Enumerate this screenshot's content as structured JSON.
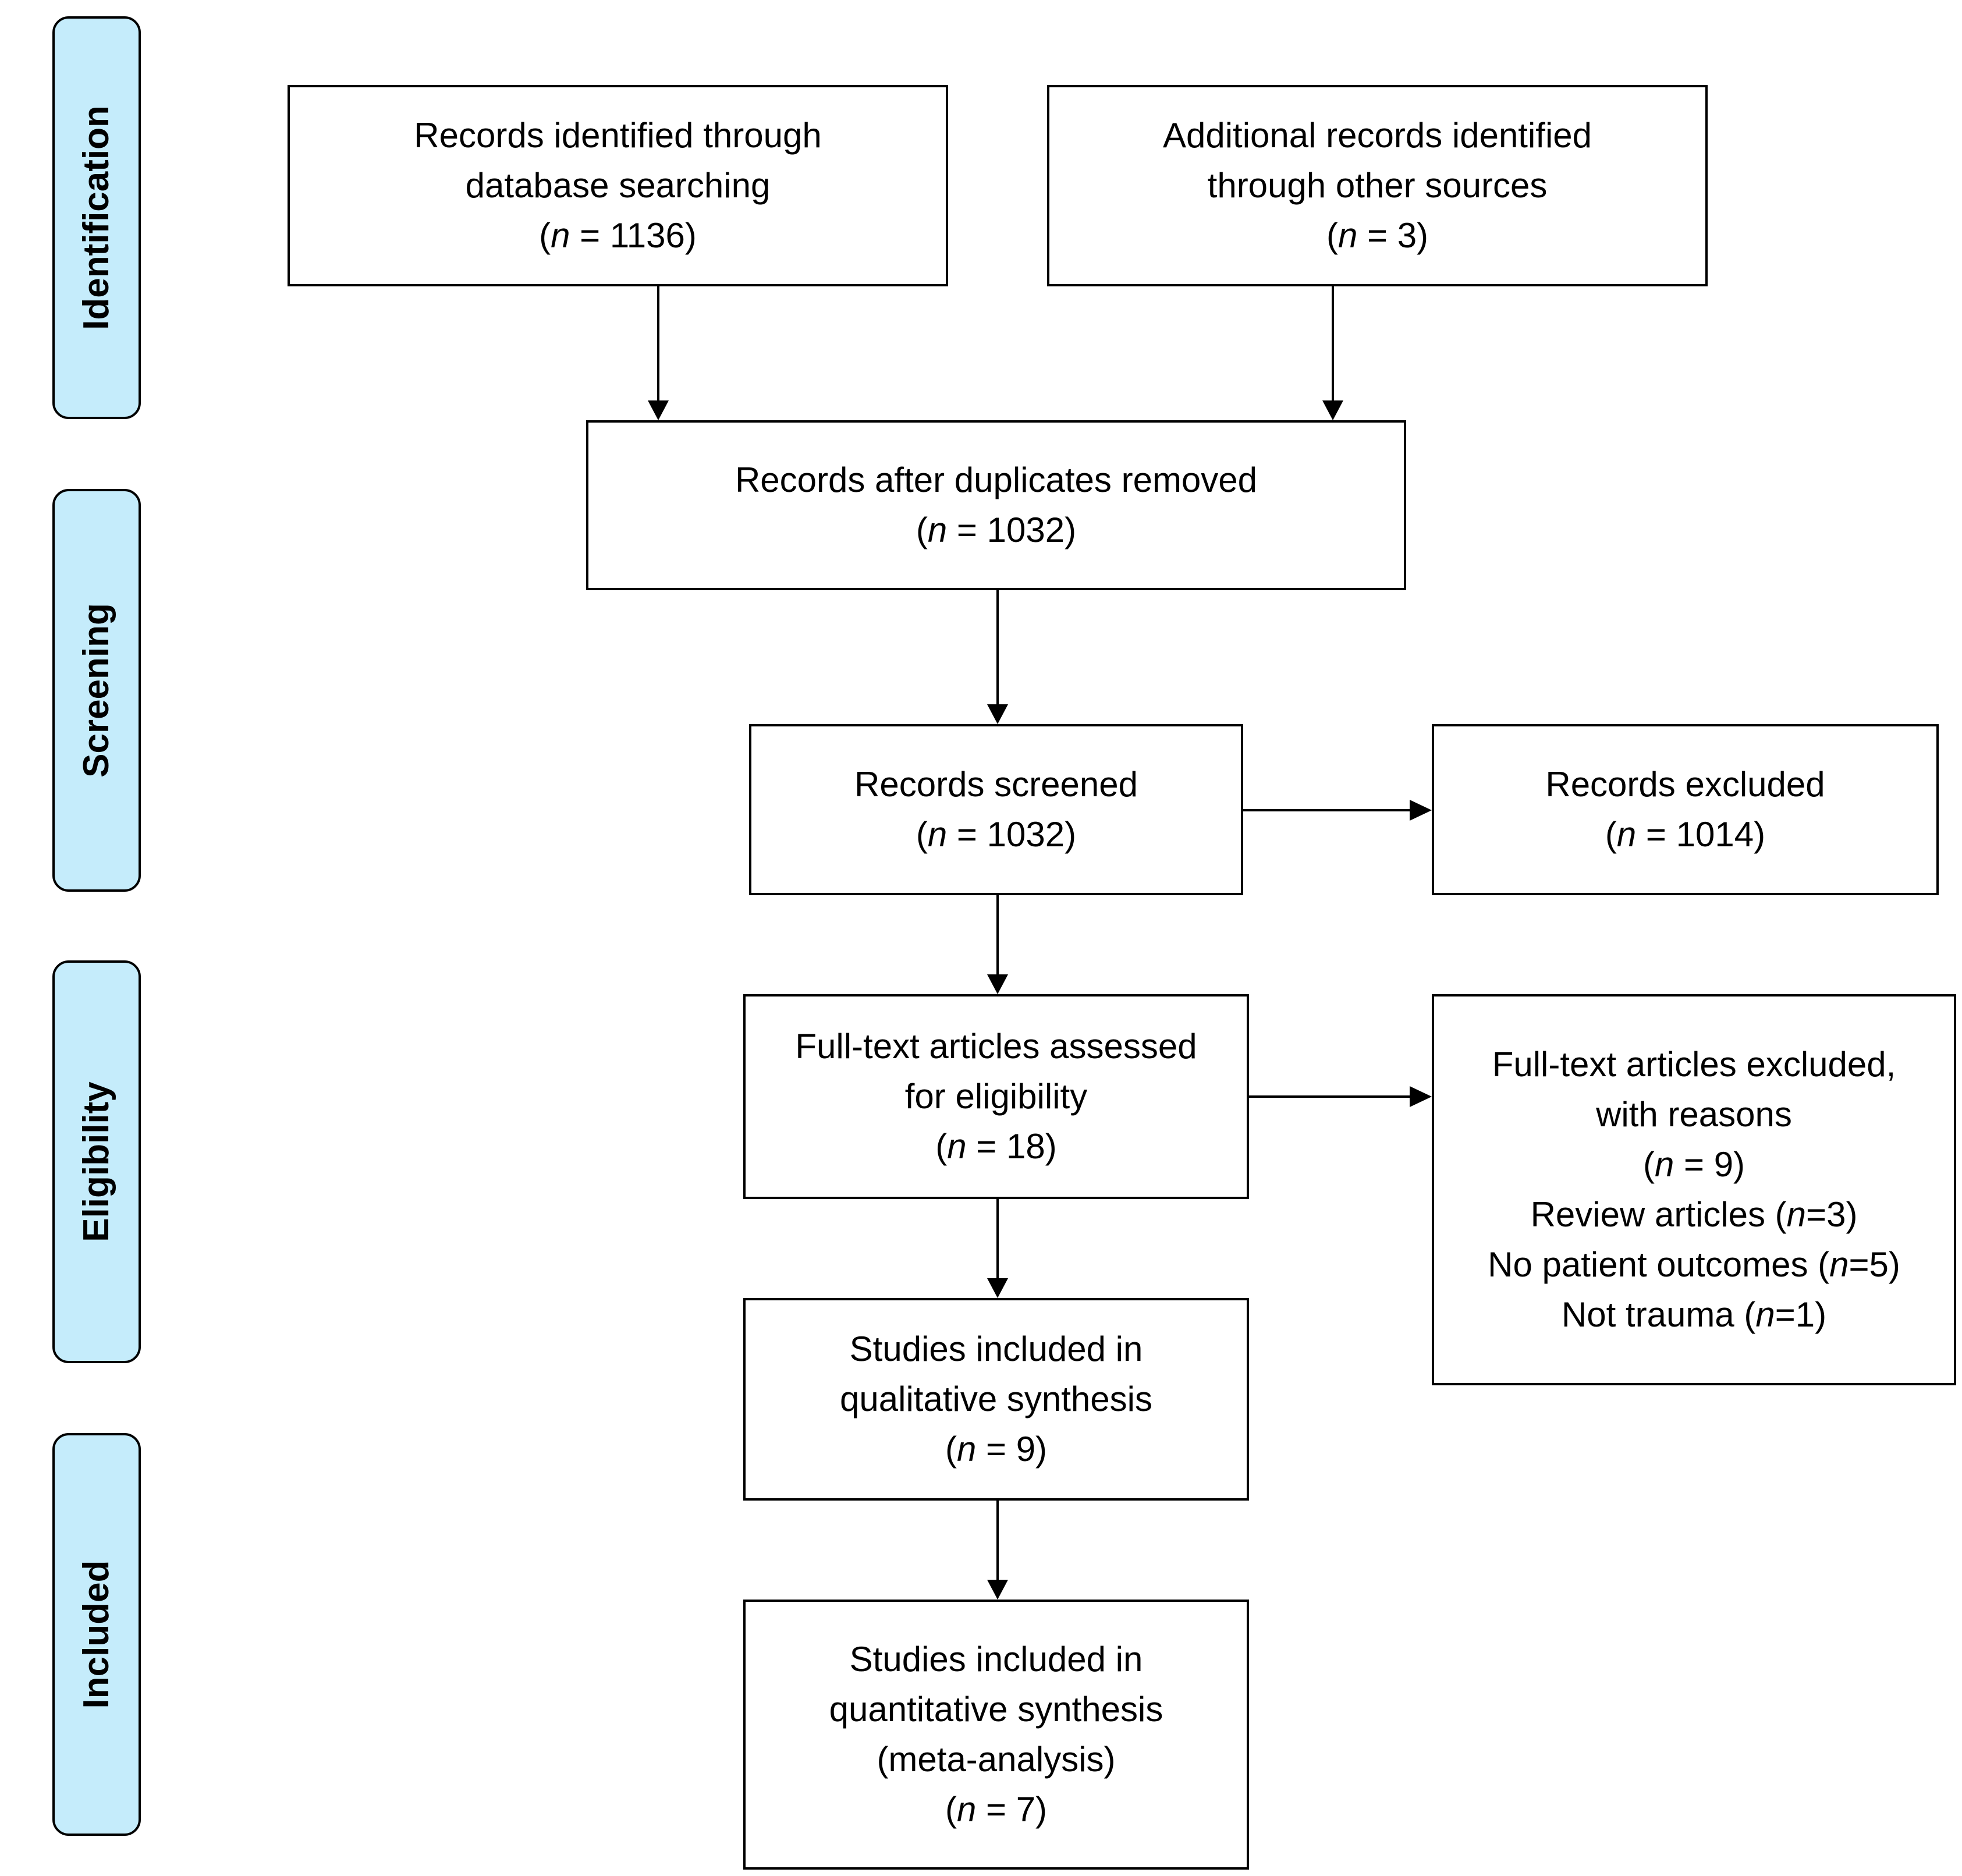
{
  "phases": {
    "identification": "Identification",
    "screening": "Screening",
    "eligibility": "Eligibility",
    "included": "Included"
  },
  "boxes": {
    "database": {
      "line1": "Records identified through",
      "line2": "database searching",
      "n_prefix": "(",
      "n_var": "n",
      "n_suffix": " = 1136)"
    },
    "other_sources": {
      "line1": "Additional records identified",
      "line2": "through other sources",
      "n_prefix": "(",
      "n_var": "n",
      "n_suffix": " = 3)"
    },
    "duplicates_removed": {
      "line1": "Records after duplicates removed",
      "n_prefix": "(",
      "n_var": "n",
      "n_suffix": " = 1032)"
    },
    "screened": {
      "line1": "Records screened",
      "n_prefix": "(",
      "n_var": "n",
      "n_suffix": " = 1032)"
    },
    "excluded": {
      "line1": "Records excluded",
      "n_prefix": "(",
      "n_var": "n",
      "n_suffix": " = 1014)"
    },
    "fulltext_assessed": {
      "line1": "Full-text articles assessed",
      "line2": "for eligibility",
      "n_prefix": "(",
      "n_var": "n",
      "n_suffix": " = 18)"
    },
    "fulltext_excluded": {
      "line1": "Full-text articles excluded,",
      "line2": "with reasons",
      "n_prefix": "(",
      "n_var": "n",
      "n_suffix": " = 9)",
      "reasons": [
        {
          "label": "Review articles (",
          "var": "n",
          "value": "=3)"
        },
        {
          "label": "No patient outcomes (",
          "var": "n",
          "value": "=5)"
        },
        {
          "label": "Not trauma (",
          "var": "n",
          "value": "=1)"
        }
      ]
    },
    "qualitative": {
      "line1": "Studies included in",
      "line2": "qualitative synthesis",
      "n_prefix": "(",
      "n_var": "n",
      "n_suffix": " = 9)"
    },
    "quantitative": {
      "line1": "Studies included in",
      "line2": "quantitative synthesis",
      "line3": "(meta-analysis)",
      "n_prefix": "(",
      "n_var": "n",
      "n_suffix": " = 7)"
    }
  }
}
